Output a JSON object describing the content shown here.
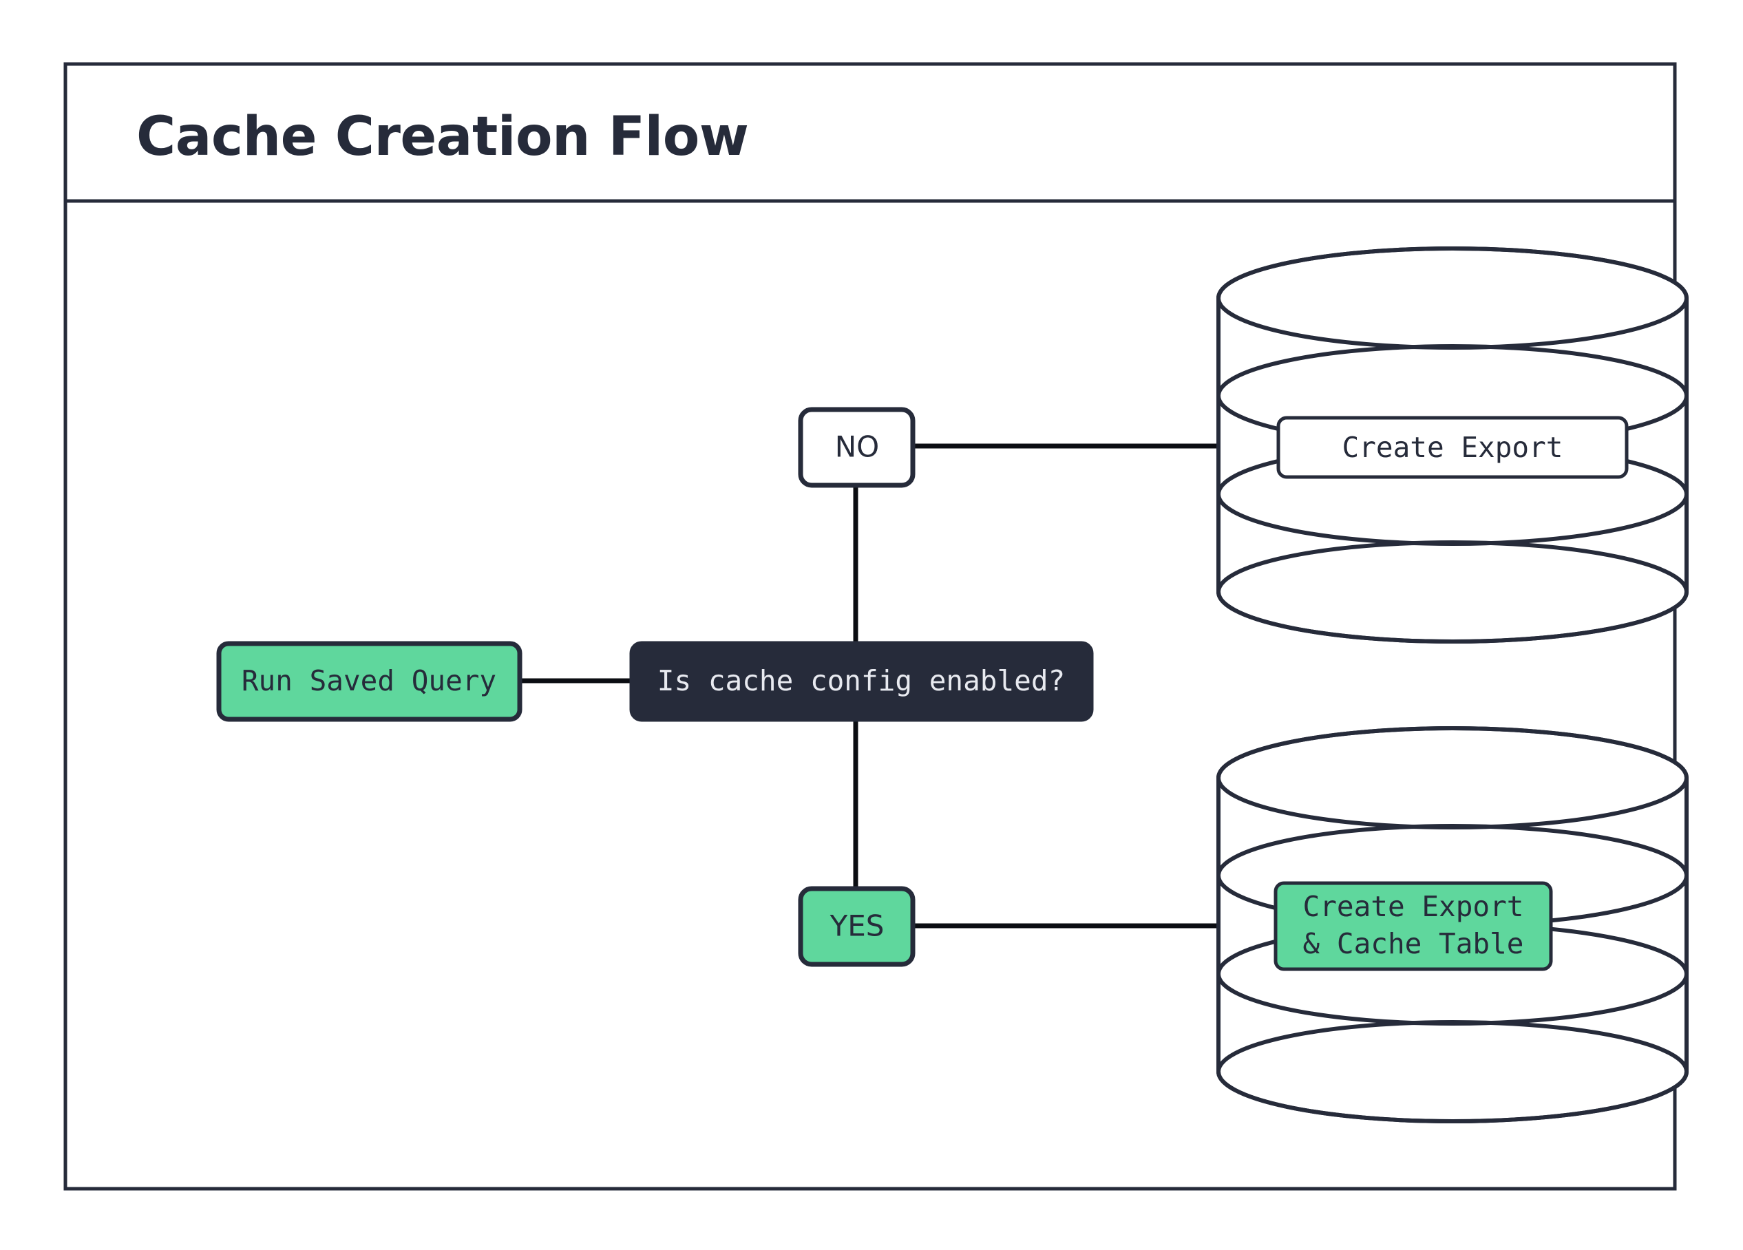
{
  "diagram": {
    "title": "Cache Creation Flow",
    "type": "flowchart",
    "colors": {
      "ink": "#262b3a",
      "accent_green": "#5fd79d",
      "surface": "#ffffff",
      "dark_fill": "#262b3a",
      "dark_text": "#e8eaf0",
      "edge": "#0b0d12"
    },
    "nodes": [
      {
        "id": "run-saved-query",
        "label": "Run Saved Query",
        "shape": "rounded-rect",
        "fill": "green",
        "text_style": "mono"
      },
      {
        "id": "is-cache-config-enabled",
        "label": "Is cache config enabled?",
        "shape": "rounded-rect",
        "fill": "dark",
        "text_style": "mono"
      },
      {
        "id": "branch-no",
        "label": "NO",
        "shape": "rounded-rect",
        "fill": "white",
        "text_style": "sans"
      },
      {
        "id": "branch-yes",
        "label": "YES",
        "shape": "rounded-rect",
        "fill": "green",
        "text_style": "sans"
      },
      {
        "id": "database-export",
        "label": "Create Export",
        "shape": "cylinder",
        "fill": "white",
        "text_style": "mono"
      },
      {
        "id": "database-export-cache",
        "label_line1": "Create Export",
        "label_line2": "& Cache Table",
        "shape": "cylinder",
        "fill": "green",
        "text_style": "mono"
      }
    ],
    "edges": [
      {
        "from": "run-saved-query",
        "to": "is-cache-config-enabled",
        "label": ""
      },
      {
        "from": "is-cache-config-enabled",
        "to": "branch-no",
        "label": "NO"
      },
      {
        "from": "is-cache-config-enabled",
        "to": "branch-yes",
        "label": "YES"
      },
      {
        "from": "branch-no",
        "to": "database-export",
        "label": ""
      },
      {
        "from": "branch-yes",
        "to": "database-export-cache",
        "label": ""
      }
    ]
  }
}
